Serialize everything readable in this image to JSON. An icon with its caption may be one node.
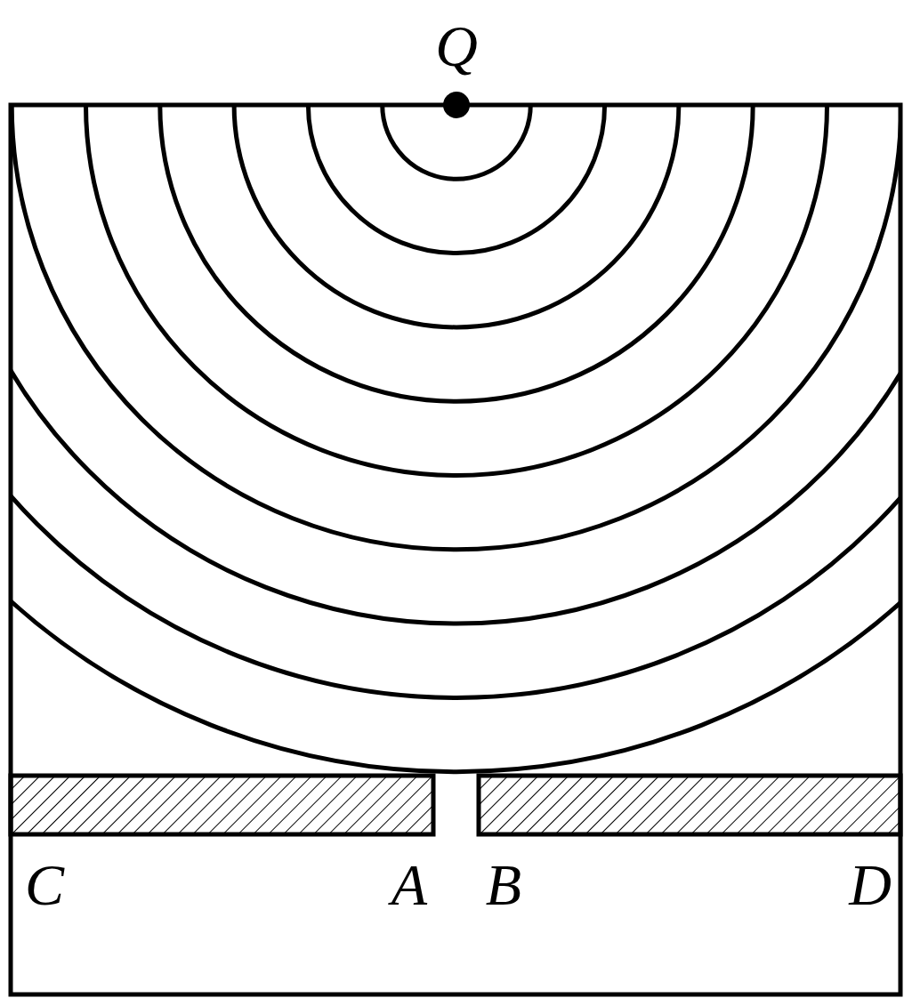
{
  "diagram": {
    "labels": [
      "Q",
      "C",
      "A",
      "B",
      "D"
    ]
  }
}
